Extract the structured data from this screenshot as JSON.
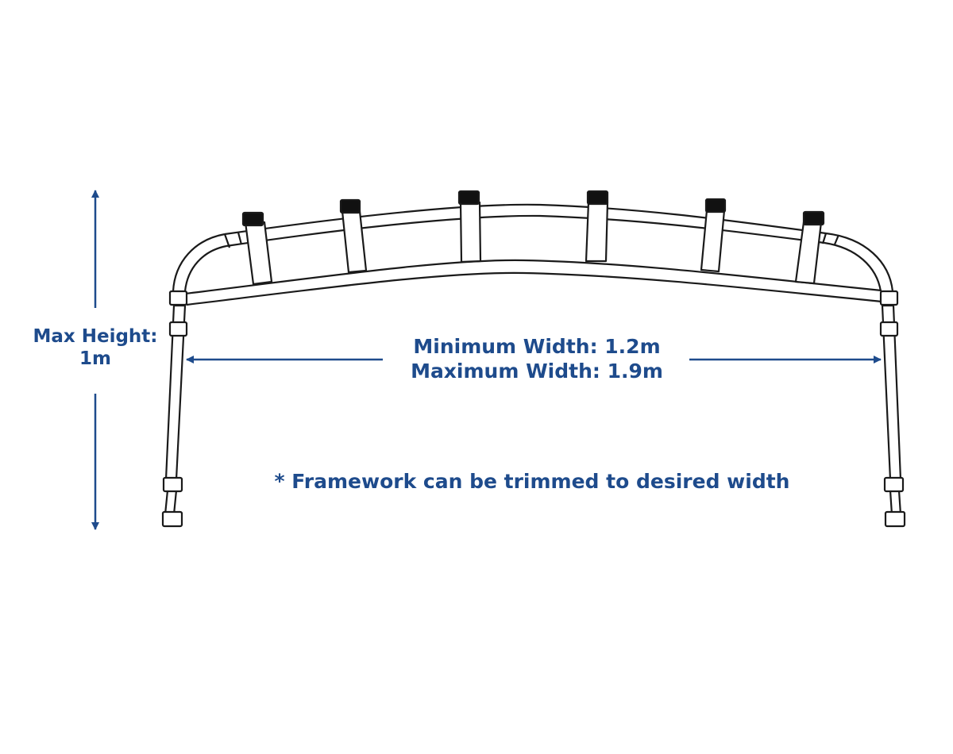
{
  "labels": {
    "height_line1": "Max Height:",
    "height_line2": "1m",
    "width_line1": "Minimum Width: 1.2m",
    "width_line2": "Maximum Width: 1.9m",
    "note": "* Framework can be trimmed to desired width"
  },
  "colors": {
    "annotation": "#1e4b8c",
    "outline": "#1a1a1a",
    "cap": "#111111",
    "background": "#ffffff"
  }
}
